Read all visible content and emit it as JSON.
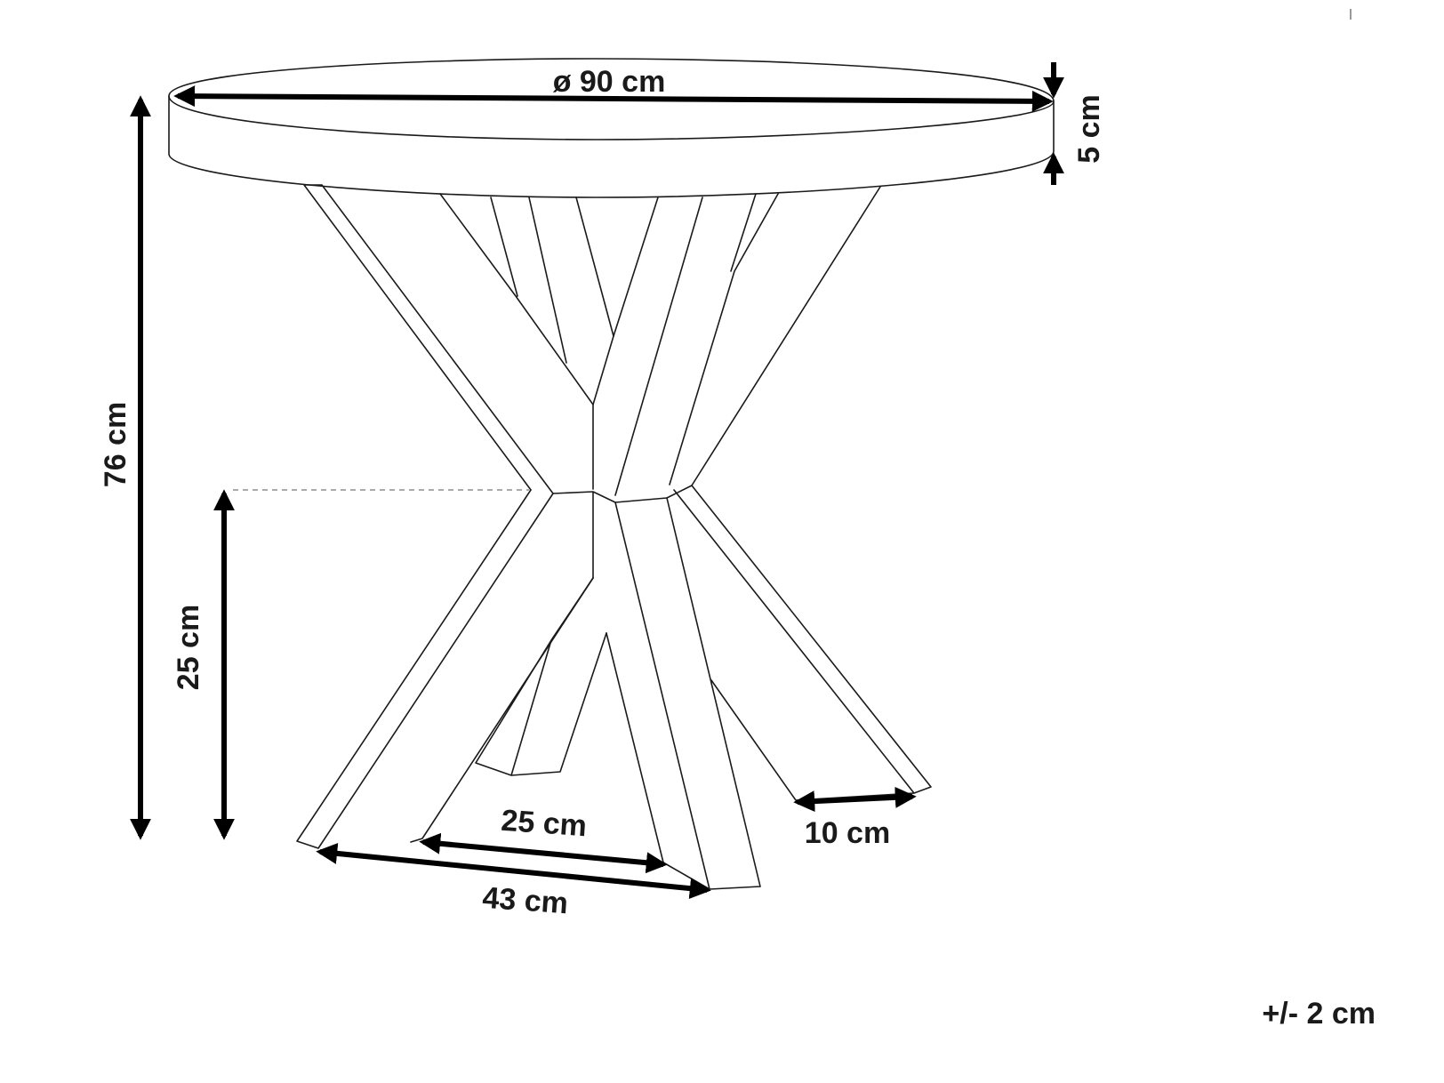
{
  "dimensions": {
    "diameter": "ø 90 cm",
    "top_thickness": "5 cm",
    "height": "76 cm",
    "cross_height": "25 cm",
    "inner_span": "25 cm",
    "outer_span": "43 cm",
    "leg_width": "10 cm",
    "tolerance": "+/- 2 cm"
  },
  "colors": {
    "stroke": "#1a1a1a",
    "arrow": "#000000",
    "background": "#ffffff"
  }
}
